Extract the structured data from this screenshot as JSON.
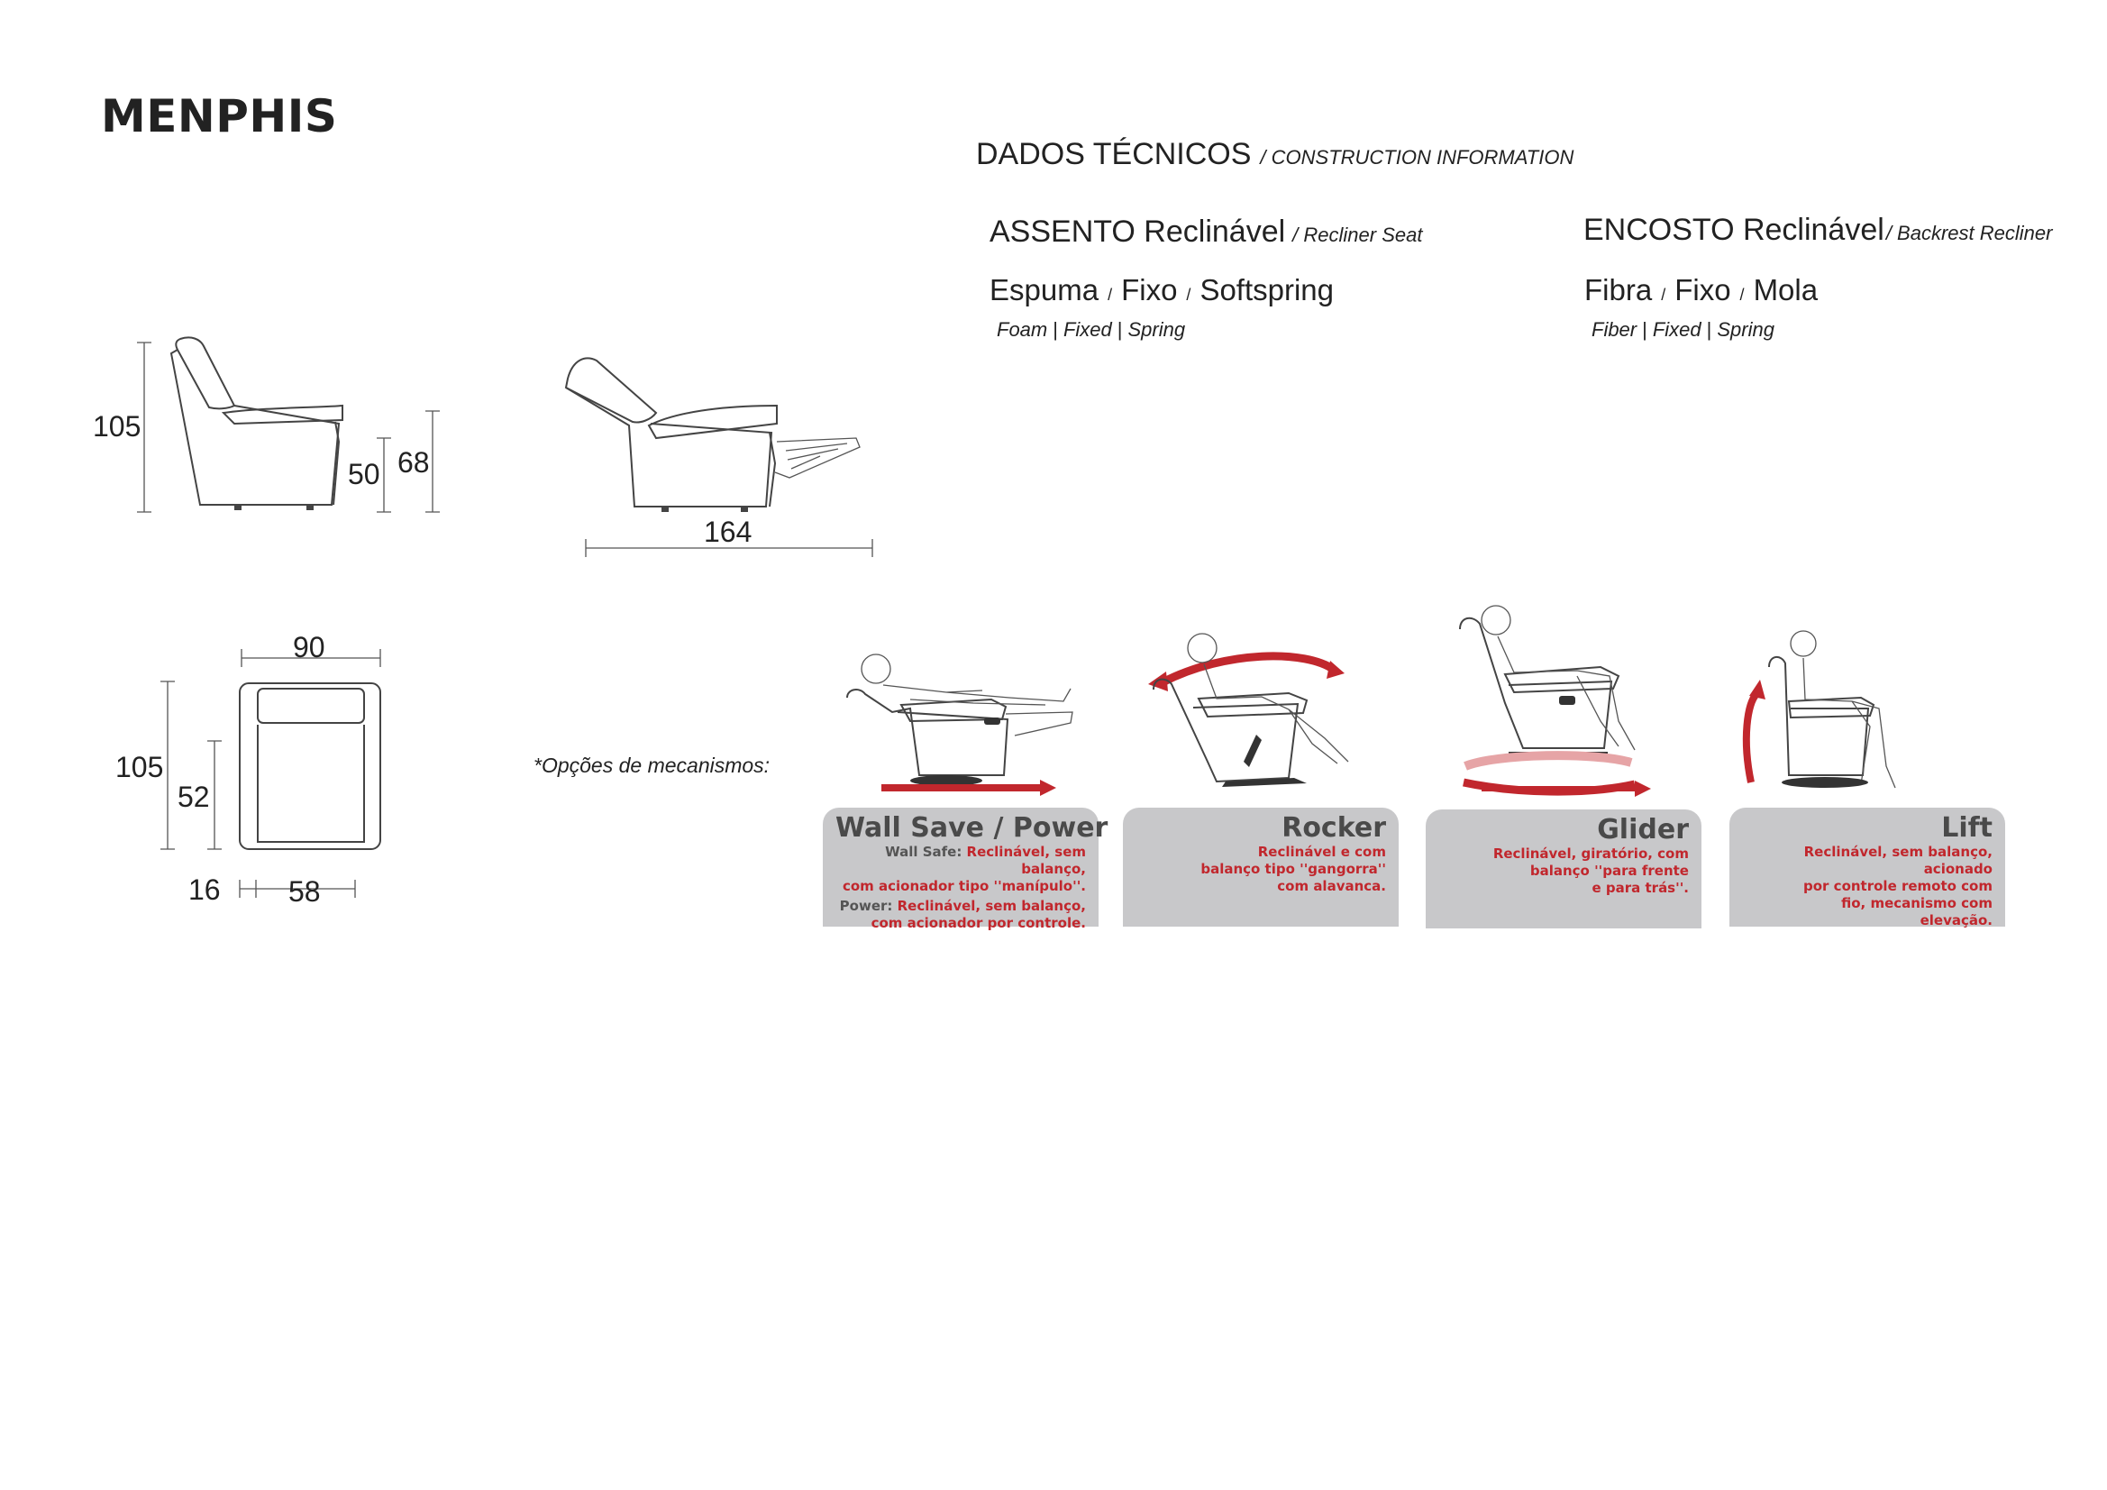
{
  "product": {
    "name": "MENPHIS"
  },
  "technical": {
    "title": "DADOS TÉCNICOS",
    "title_en": "/ CONSTRUCTION INFORMATION",
    "seat": {
      "heading": "ASSENTO Reclinável",
      "heading_en": "/ Recliner Seat",
      "materials": [
        "Espuma",
        "Fixo",
        "Softspring"
      ],
      "materials_en": [
        "Foam",
        "Fixed",
        "Spring"
      ]
    },
    "backrest": {
      "heading": "ENCOSTO Reclinável",
      "heading_en": "/ Backrest Recliner",
      "materials": [
        "Fibra",
        "Fixo",
        "Mola"
      ],
      "materials_en": [
        "Fiber",
        "Fixed",
        "Spring"
      ]
    },
    "separator": "/",
    "separator_en": "|"
  },
  "dimensions": {
    "side_height": "105",
    "seat_height": "50",
    "arm_height": "68",
    "reclined_length": "164",
    "width": "90",
    "depth": "105",
    "seat_depth": "52",
    "arm_width": "16",
    "seat_width": "58"
  },
  "mechanisms": {
    "label": "*Opções de mecanismos:",
    "items": [
      {
        "name": "Wall Save / Power",
        "lines": [
          {
            "label": "Wall Safe: ",
            "text": "Reclinável, sem balanço,"
          },
          {
            "label": "",
            "text": "com acionador tipo ''manípulo''."
          },
          {
            "label": "Power: ",
            "text": "Reclinável, sem balanço,"
          },
          {
            "label": "",
            "text": "com acionador por controle."
          }
        ]
      },
      {
        "name": "Rocker",
        "lines": [
          {
            "label": "",
            "text": "Reclinável e com"
          },
          {
            "label": "",
            "text": "balanço tipo ''gangorra''"
          },
          {
            "label": "",
            "text": "com alavanca."
          }
        ]
      },
      {
        "name": "Glider",
        "lines": [
          {
            "label": "",
            "text": "Reclinável, giratório, com"
          },
          {
            "label": "",
            "text": "balanço ''para frente"
          },
          {
            "label": "",
            "text": "e para trás''."
          }
        ]
      },
      {
        "name": "Lift",
        "lines": [
          {
            "label": "",
            "text": "Reclinável, sem balanço, acionado"
          },
          {
            "label": "",
            "text": "por controle remoto com"
          },
          {
            "label": "",
            "text": "fio, mecanismo com"
          },
          {
            "label": "",
            "text": "elevação."
          }
        ]
      }
    ]
  },
  "colors": {
    "accent": "#c1272d",
    "panel": "#c8c8ca",
    "panel_text": "#4a4a4a"
  }
}
